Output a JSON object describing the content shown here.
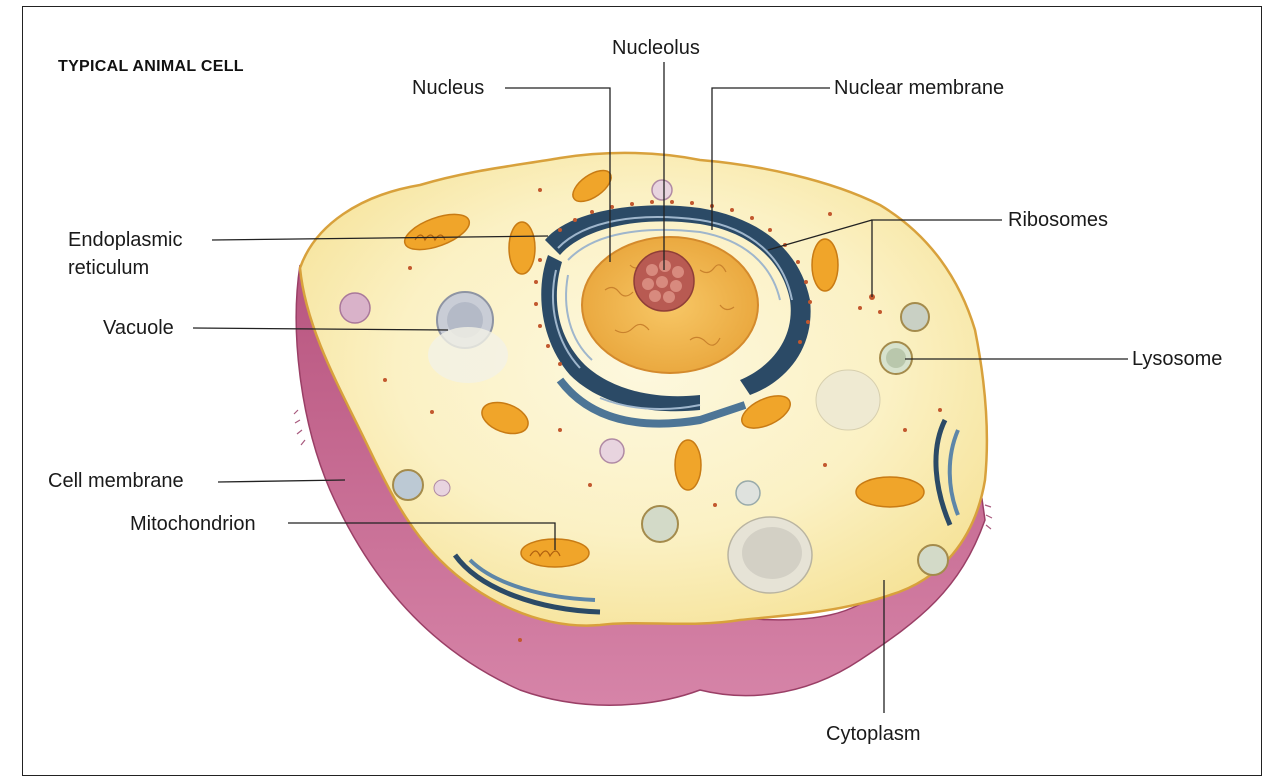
{
  "title": "TYPICAL ANIMAL CELL",
  "labels": {
    "nucleolus": "Nucleolus",
    "nucleus": "Nucleus",
    "nuclear_membrane": "Nuclear membrane",
    "er_line1": "Endoplasmic",
    "er_line2": "reticulum",
    "ribosomes": "Ribosomes",
    "vacuole": "Vacuole",
    "lysosome": "Lysosome",
    "cell_membrane": "Cell membrane",
    "mitochondrion": "Mitochondrion",
    "cytoplasm": "Cytoplasm"
  },
  "colors": {
    "cytoplasm": "#fbf3cf",
    "cell_side": "#c9628f",
    "cell_edge": "#d8a13c",
    "nucleus": "#f2b54c",
    "nucleolus": "#b85a52",
    "er": "#2b4a66",
    "mitochondrion": "#f0a52a",
    "vacuole": "#c9cdd6",
    "ribosome": "#c2582e",
    "leader": "#222222"
  }
}
